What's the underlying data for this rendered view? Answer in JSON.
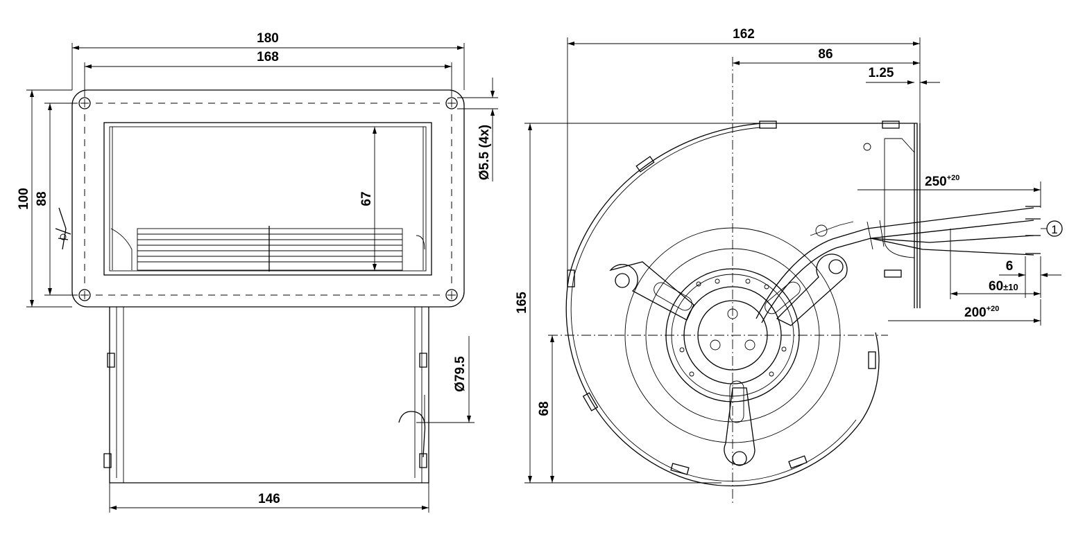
{
  "dimensions": {
    "width_outer": "180",
    "width_holes": "168",
    "height_outer": "100",
    "height_holes": "88",
    "opening_height": "67",
    "hole_diameter": "Ø5.5 (4x)",
    "inlet_diameter": "Ø79.5",
    "housing_width": "146",
    "total_width": "162",
    "center_offset": "86",
    "flange_thickness": "1.25",
    "total_height": "165",
    "center_height": "68",
    "cable_length_main": "250",
    "cable_length_main_tol": "+20",
    "strip_length": "6",
    "sheath_strip": "60",
    "sheath_strip_tol": "±10",
    "cable_sleeve": "200",
    "cable_sleeve_tol": "+20"
  },
  "callout": {
    "number": "1"
  }
}
